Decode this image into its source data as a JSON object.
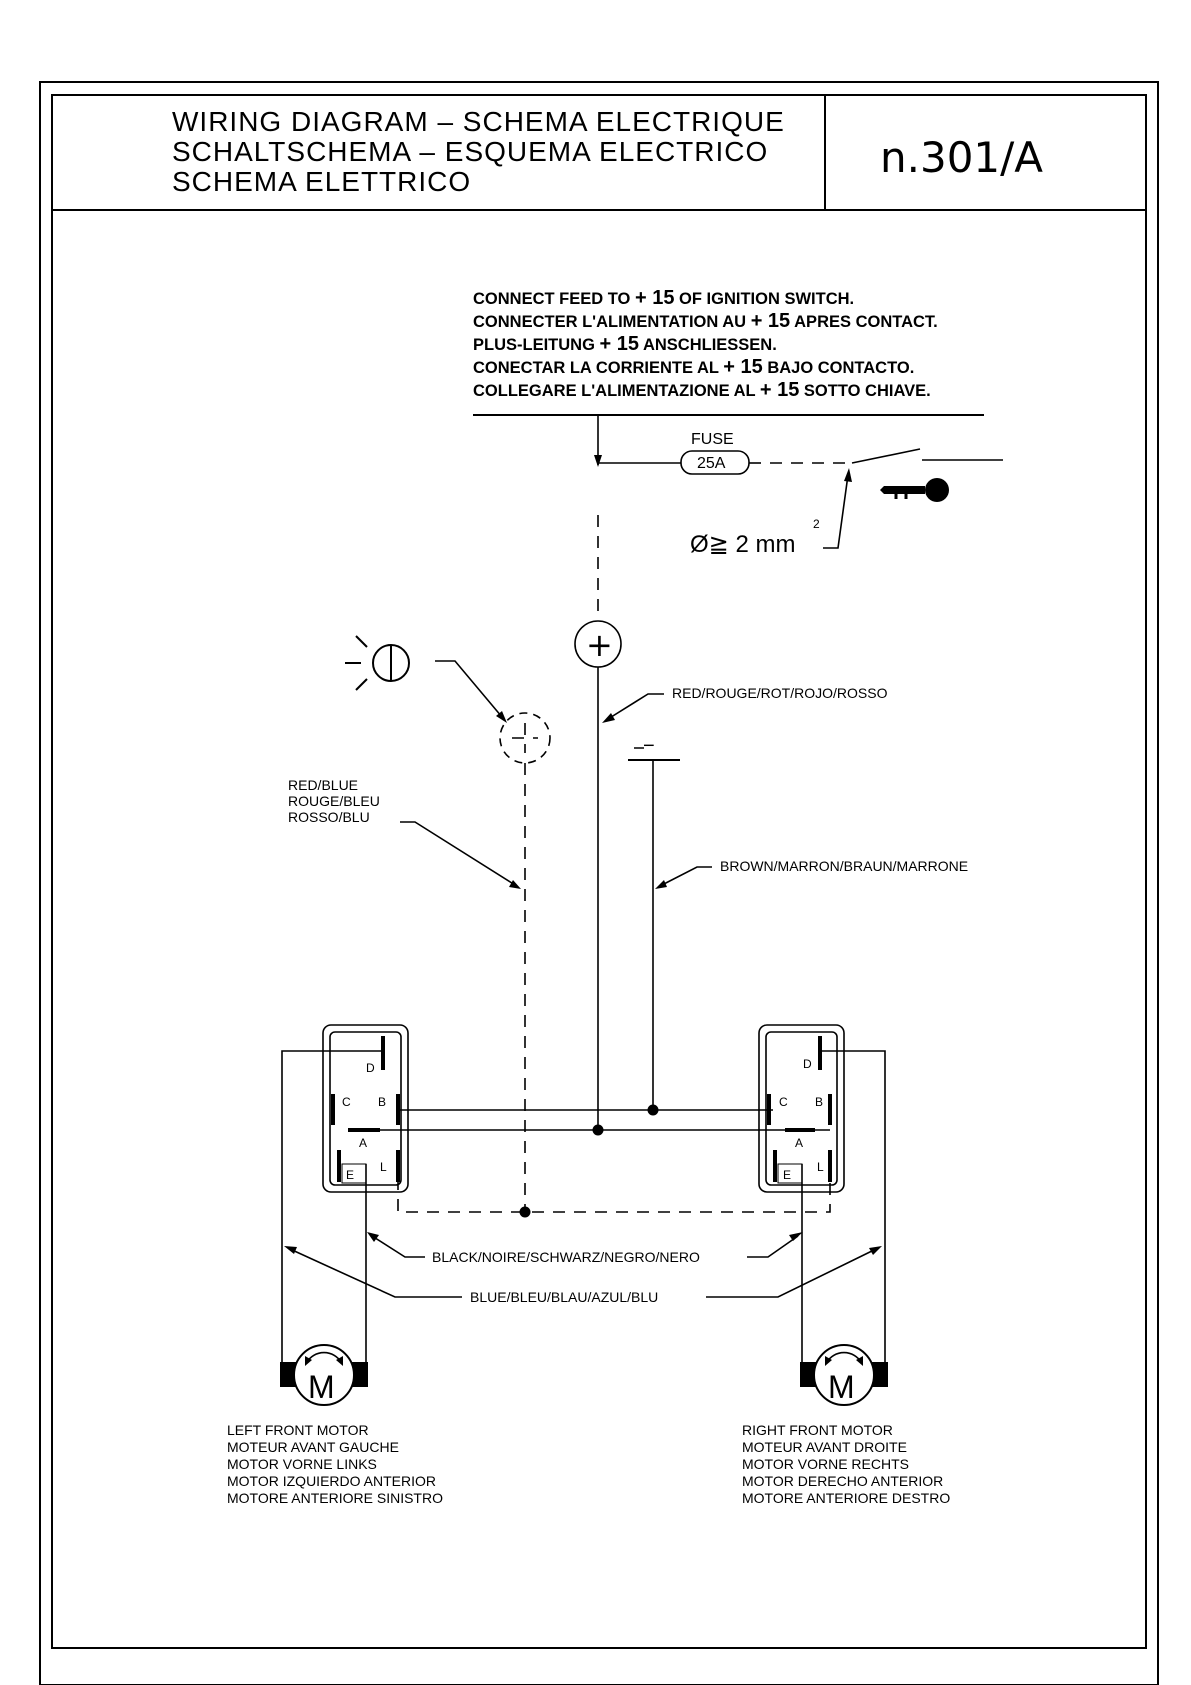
{
  "title_block": {
    "title_lines": [
      "WIRING  DIAGRAM  –  SCHEMA  ELECTRIQUE",
      "SCHALTSCHEMA  –  ESQUEMA  ELECTRICO",
      "SCHEMA  ELETTRICO"
    ],
    "diagram_number": "n.301/A"
  },
  "feed_note": {
    "lines": [
      {
        "pre": "CONNECT FEED TO ",
        "num": "+ 15",
        "post": " OF IGNITION SWITCH."
      },
      {
        "pre": "CONNECTER L'ALIMENTATION AU ",
        "num": "+ 15",
        "post": " APRES CONTACT."
      },
      {
        "pre": "PLUS-LEITUNG ",
        "num": "+ 15",
        "post": " ANSCHLIESSEN."
      },
      {
        "pre": "CONECTAR LA CORRIENTE AL ",
        "num": "+ 15",
        "post": " BAJO CONTACTO."
      },
      {
        "pre": "COLLEGARE L'ALIMENTAZIONE AL ",
        "num": "+ 15",
        "post": " SOTTO CHIAVE."
      }
    ]
  },
  "fuse": {
    "label": "FUSE",
    "rating": "25A"
  },
  "wire_section": {
    "symbol": "Ø≧ 2  mm",
    "exponent": "2"
  },
  "terminals": {
    "positive": "+",
    "ground": "−"
  },
  "wires": {
    "red": "RED/ROUGE/ROT/ROJO/ROSSO",
    "red_blue": [
      "RED/BLUE",
      "ROUGE/BLEU",
      "ROSSO/BLU"
    ],
    "brown": "BROWN/MARRON/BRAUN/MARRONE",
    "black": "BLACK/NOIRE/SCHWARZ/NEGRO/NERO",
    "blue": "BLUE/BLEU/BLAU/AZUL/BLU"
  },
  "switch_pins": [
    "D",
    "C",
    "B",
    "A",
    "E",
    "L"
  ],
  "motor_symbol": "M",
  "motors": {
    "left": [
      "LEFT  FRONT  MOTOR",
      "MOTEUR  AVANT  GAUCHE",
      "MOTOR  VORNE  LINKS",
      "MOTOR  IZQUIERDO  ANTERIOR",
      "MOTORE  ANTERIORE  SINISTRO"
    ],
    "right": [
      "RIGHT  FRONT  MOTOR",
      "MOTEUR  AVANT  DROITE",
      "MOTOR  VORNE  RECHTS",
      "MOTOR  DERECHO  ANTERIOR",
      "MOTORE  ANTERIORE  DESTRO"
    ]
  }
}
